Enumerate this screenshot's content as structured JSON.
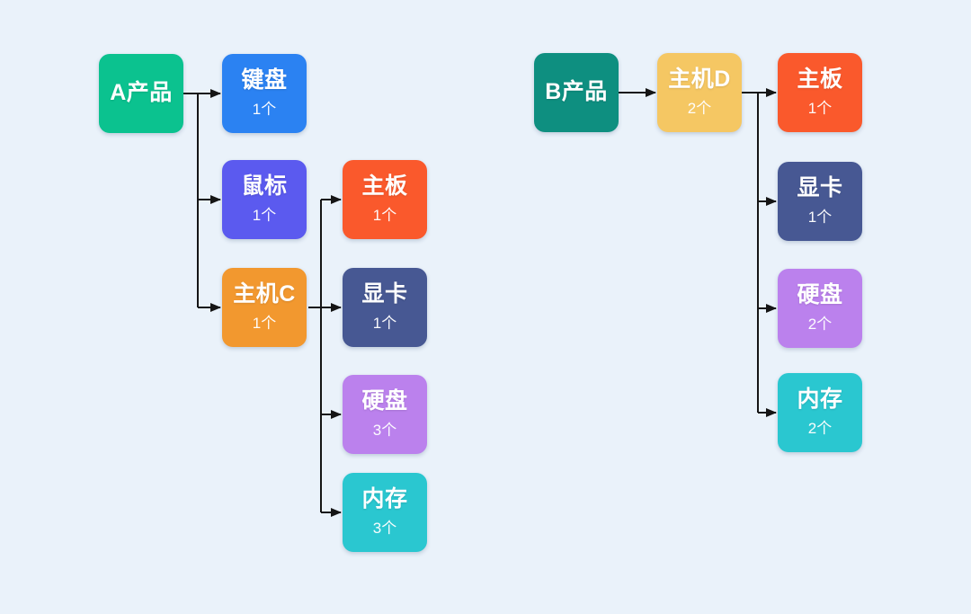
{
  "page": {
    "background": "#EAF2FA"
  },
  "diagram": {
    "type": "bom-tree",
    "connector_color": "#151515",
    "trees": [
      {
        "root": "A产品",
        "nodes": [
          {
            "key": "a-product",
            "label": "A产品",
            "count": "",
            "color": "#0BC28F"
          },
          {
            "key": "keyboard",
            "label": "键盘",
            "count": "1个",
            "color": "#2B82F2"
          },
          {
            "key": "mouse",
            "label": "鼠标",
            "count": "1个",
            "color": "#5B5AEF"
          },
          {
            "key": "host-c",
            "label": "主机C",
            "count": "1个",
            "color": "#F2982F"
          },
          {
            "key": "mainboard",
            "label": "主板",
            "count": "1个",
            "color": "#FA592C"
          },
          {
            "key": "gpu",
            "label": "显卡",
            "count": "1个",
            "color": "#475893"
          },
          {
            "key": "disk",
            "label": "硬盘",
            "count": "3个",
            "color": "#BB81ED"
          },
          {
            "key": "memory",
            "label": "内存",
            "count": "3个",
            "color": "#2AC7D0"
          }
        ],
        "edges": [
          {
            "from": "A产品",
            "to": "键盘"
          },
          {
            "from": "A产品",
            "to": "鼠标"
          },
          {
            "from": "A产品",
            "to": "主机C"
          },
          {
            "from": "主机C",
            "to": "主板"
          },
          {
            "from": "主机C",
            "to": "显卡"
          },
          {
            "from": "主机C",
            "to": "硬盘"
          },
          {
            "from": "主机C",
            "to": "内存"
          }
        ]
      },
      {
        "root": "B产品",
        "nodes": [
          {
            "key": "b-product",
            "label": "B产品",
            "count": "",
            "color": "#0E8F80"
          },
          {
            "key": "host-d",
            "label": "主机D",
            "count": "2个",
            "color": "#F5C763"
          },
          {
            "key": "mainboard",
            "label": "主板",
            "count": "1个",
            "color": "#FA592C"
          },
          {
            "key": "gpu",
            "label": "显卡",
            "count": "1个",
            "color": "#475893"
          },
          {
            "key": "disk",
            "label": "硬盘",
            "count": "2个",
            "color": "#BB81ED"
          },
          {
            "key": "memory",
            "label": "内存",
            "count": "2个",
            "color": "#2AC7D0"
          }
        ],
        "edges": [
          {
            "from": "B产品",
            "to": "主机D"
          },
          {
            "from": "主机D",
            "to": "主板"
          },
          {
            "from": "主机D",
            "to": "显卡"
          },
          {
            "from": "主机D",
            "to": "硬盘"
          },
          {
            "from": "主机D",
            "to": "内存"
          }
        ]
      }
    ]
  }
}
